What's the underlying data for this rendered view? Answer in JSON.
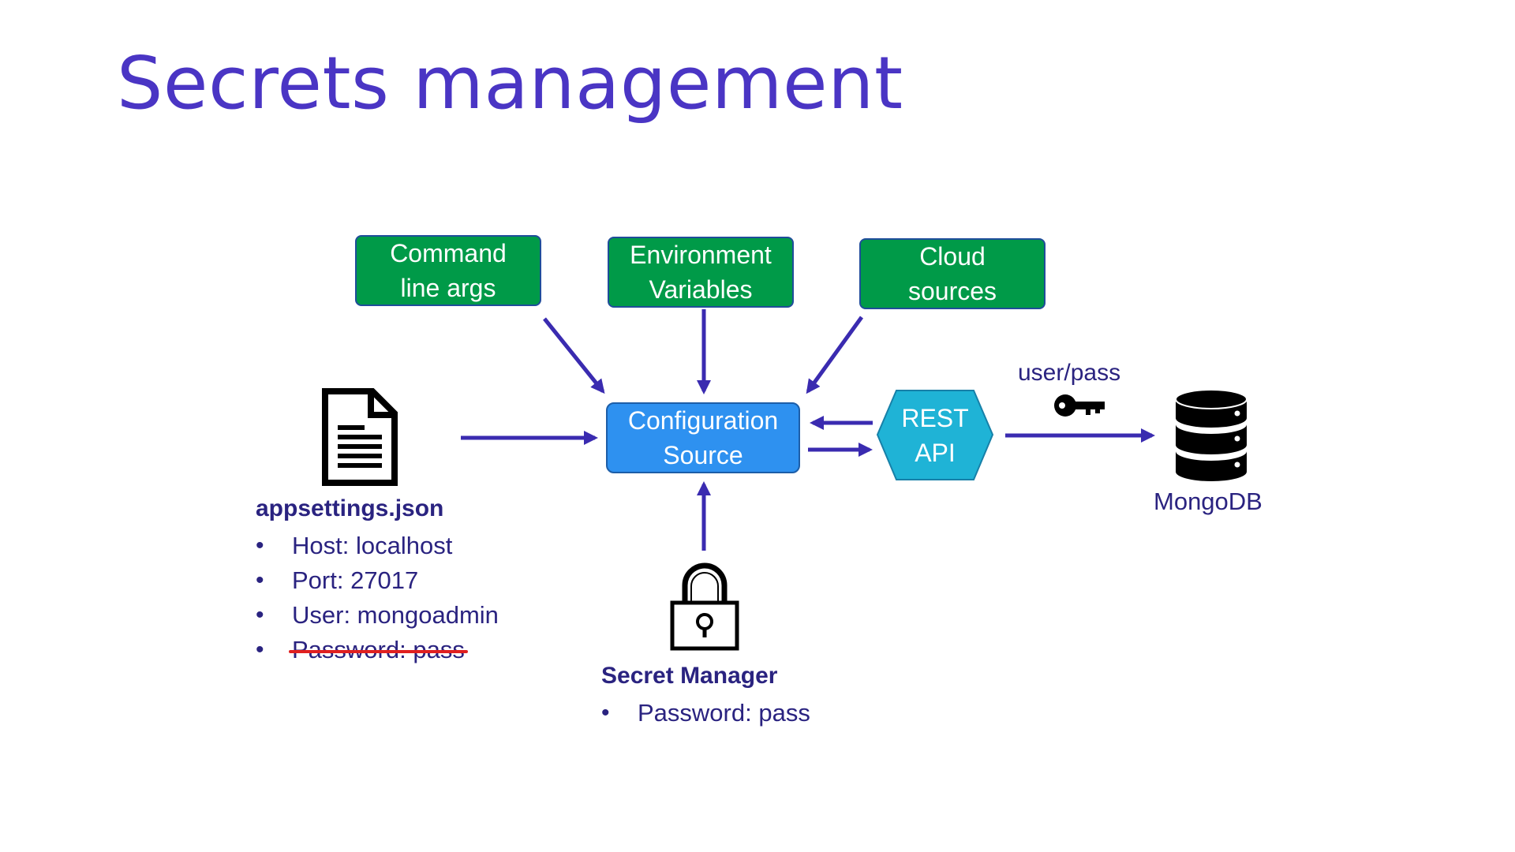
{
  "title": "Secrets management",
  "sources": {
    "command_line": [
      "Command",
      "line args"
    ],
    "environment": [
      "Environment",
      "Variables"
    ],
    "cloud": [
      "Cloud",
      "sources"
    ]
  },
  "config_source": [
    "Configuration",
    "Source"
  ],
  "rest_api": [
    "REST",
    "API"
  ],
  "appsettings": {
    "title": "appsettings.json",
    "items": [
      "Host: localhost",
      "Port: 27017",
      "User: mongoadmin",
      "Password: pass"
    ],
    "struck_item": "Password: pass"
  },
  "secret_manager": {
    "title": "Secret Manager",
    "items": [
      "Password: pass"
    ]
  },
  "connection_label": "user/pass",
  "database": "MongoDB",
  "colors": {
    "title": "#4a35c4",
    "text": "#2a2380",
    "arrow": "#3a2bb0",
    "source_green": "#009a48",
    "config_blue": "#2e91f0",
    "rest_cyan": "#1fb3d6",
    "strike_red": "#e02020"
  },
  "icons": [
    "document-icon",
    "lock-icon",
    "key-icon",
    "database-icon"
  ]
}
